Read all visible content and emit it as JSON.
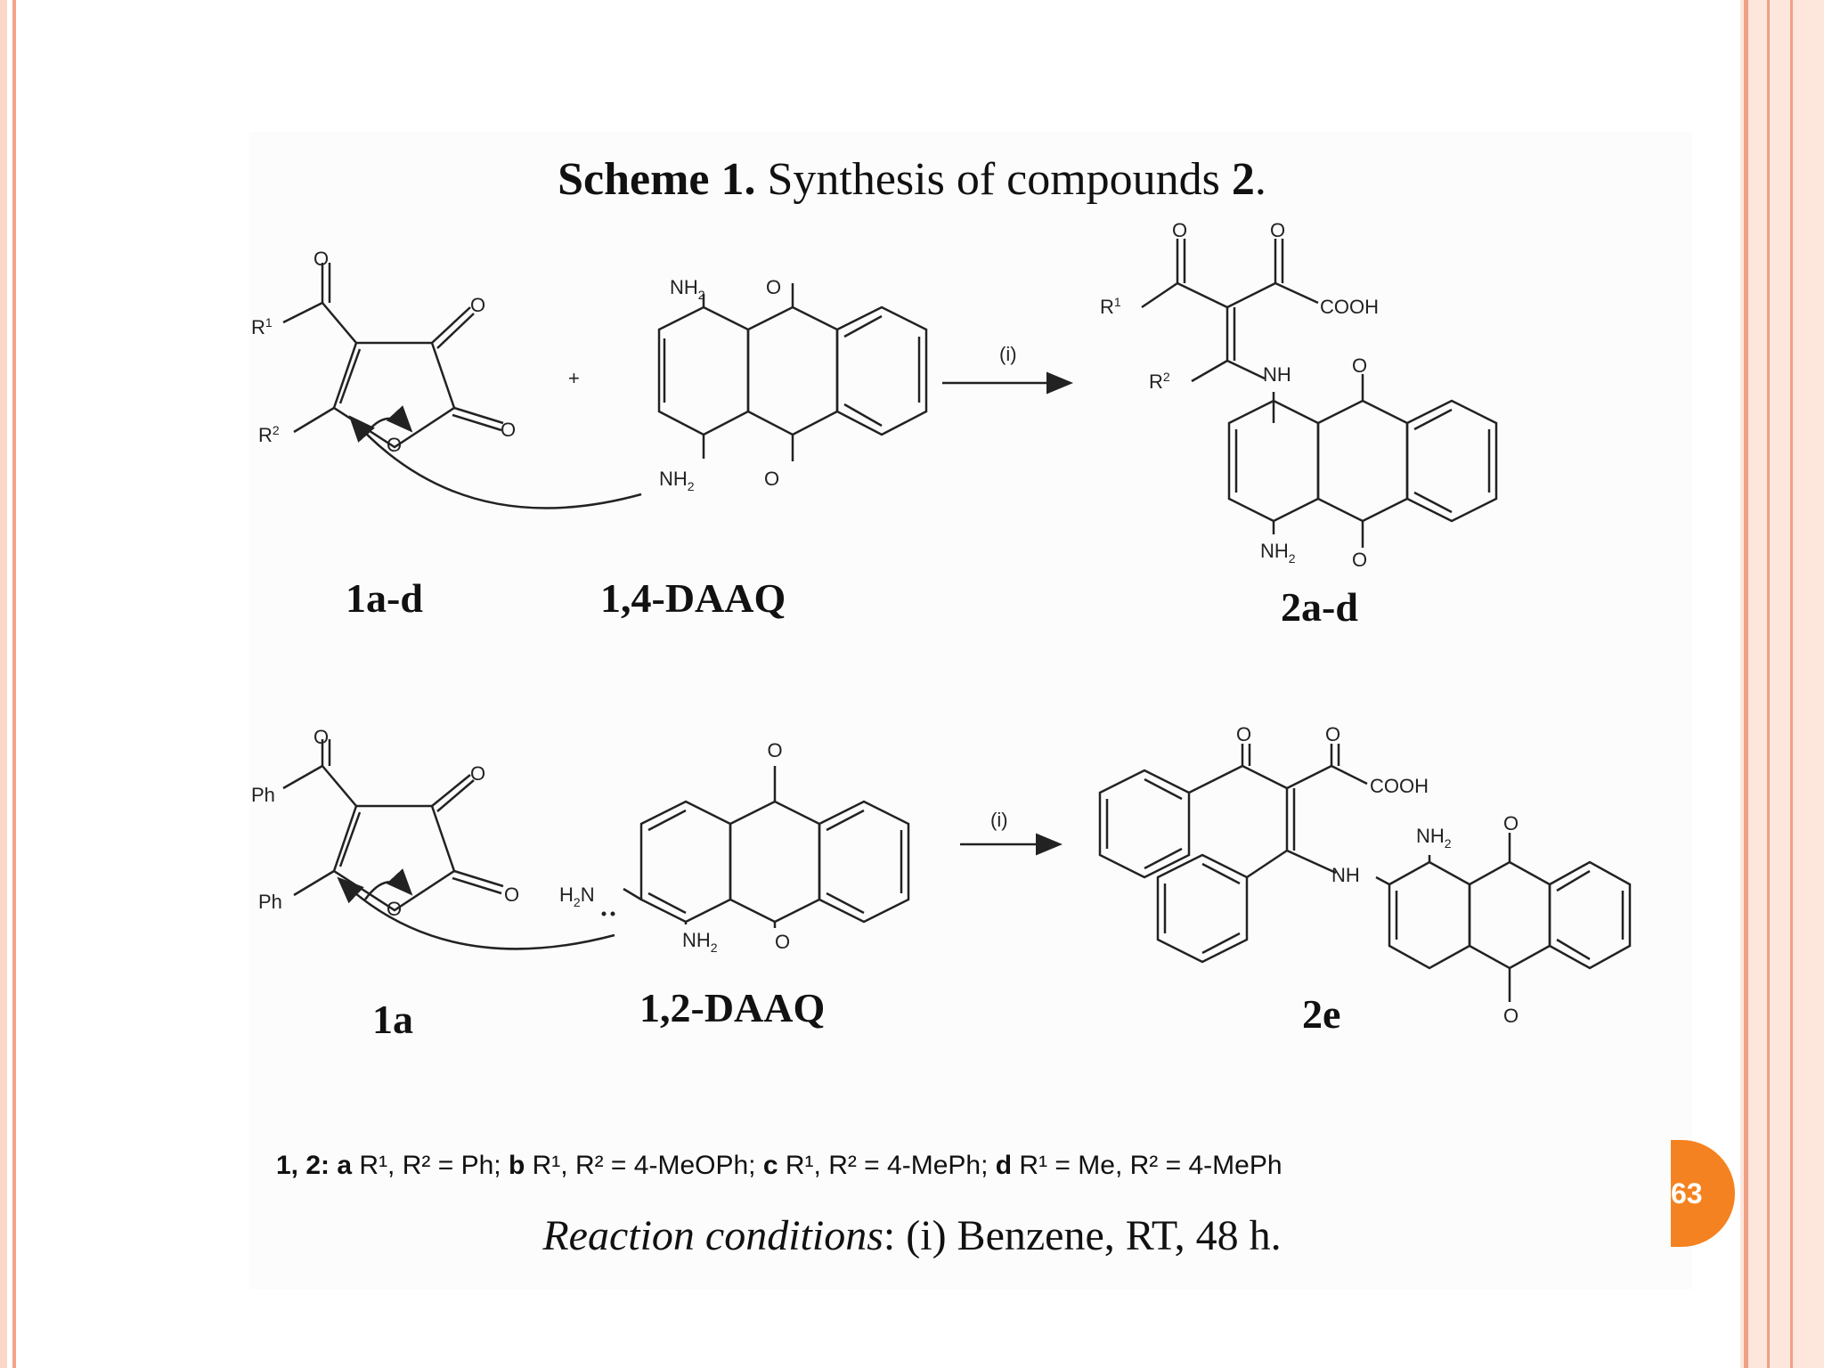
{
  "title": {
    "prefix": "Scheme 1.",
    "text": " Synthesis of compounds ",
    "num": "2",
    "suffix": "."
  },
  "row1": {
    "reactant": "1a-d",
    "reagent": "1,4-DAAQ",
    "product": "2a-d",
    "arrow_label": "(i)"
  },
  "row2": {
    "reactant": "1a",
    "reagent": "1,2-DAAQ",
    "product": "2e",
    "arrow_label": "(i)"
  },
  "atoms": {
    "R1": "R",
    "sup1": "1",
    "R2": "R",
    "sup2": "2",
    "O": "O",
    "NH2": "NH",
    "sub2": "2",
    "NH": "NH",
    "COOH": "COOH",
    "Ph": "Ph",
    "H2N": "H",
    "N": "N",
    "plus": "+"
  },
  "legend": {
    "ids": "1, 2:",
    "a": "a",
    "a_text": " R¹, R² = Ph;",
    "b": "b",
    "b_text": " R¹, R² = 4-MeOPh;",
    "c": "c",
    "c_text": " R¹, R² = 4-MePh;",
    "d": "d",
    "d_text": " R¹ = Me, R² = 4-MePh"
  },
  "conditions": {
    "label": "Reaction conditions",
    "text": ": (i) Benzene, RT, 48 h."
  },
  "page_number": "63",
  "colors": {
    "accent": "#f58220",
    "frame": "#f3a488"
  }
}
